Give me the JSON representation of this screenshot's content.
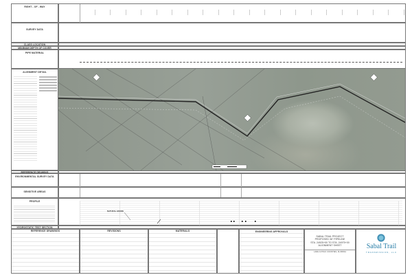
{
  "left_panel": {
    "row": "RIGHT - OF - WAY",
    "survey": "SURVEY DATA",
    "class_location": "CLASS LOCATION",
    "min_depth": "MINIMUM DEPTH OF COVER",
    "pipe_material": "PIPE MATERIAL",
    "alignment": "ALIGNMENT DETAIL",
    "reference": "REFERENCE DRAWING",
    "env_survey": "ENVIRONMENTAL SURVEY DATA",
    "sensitive": "SENSITIVE AREAS",
    "profile": "PROFILE",
    "hydrotest": "HYDROSTATIC TEST SECTION"
  },
  "profile": {
    "natural_grade": "NATURAL GRADE"
  },
  "bottom": {
    "reference_drawings": "REFERENCE DRAWINGS",
    "revisions": "REVISIONS",
    "materials": "MATERIALS",
    "engineering_approvals": "ENGINEERING APPROVALS"
  },
  "title_block": {
    "line1": "SABAL TRAIL PROJECT",
    "line2": "PROPOSED 36\" PIPELINE",
    "line3": "STA. 24925+00 TO STA. 24975+00",
    "line4": "ALIGNMENT SHEET",
    "location": "LAKE & POLK COUNTIES, FLORIDA",
    "logo_name": "Sabal Trail",
    "logo_sub": "TRANSMISSION, LLC"
  },
  "colors": {
    "logo": "#2a7fa8",
    "aerial": "#939b90"
  }
}
